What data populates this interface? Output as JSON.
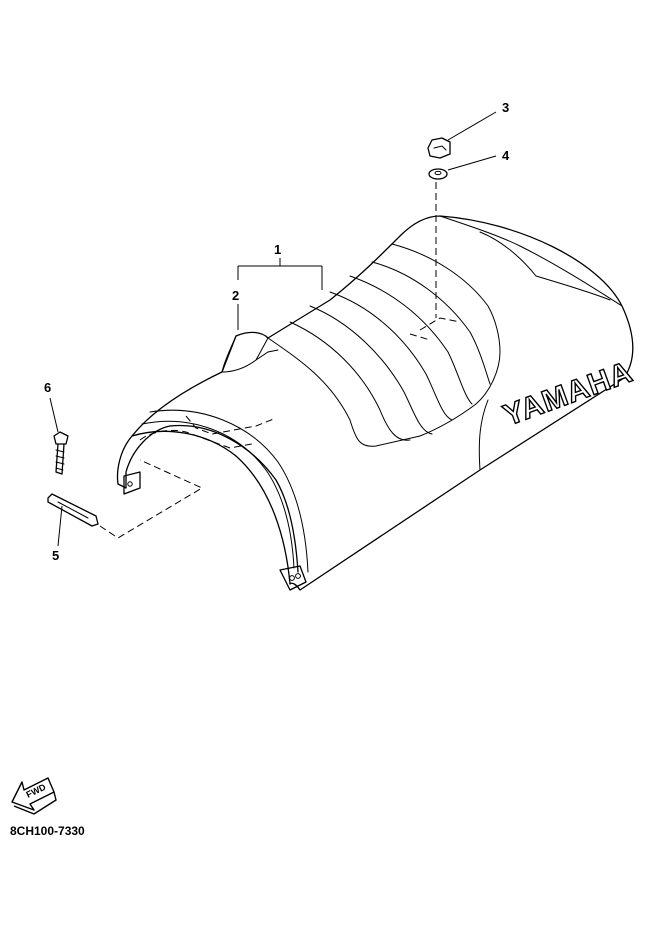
{
  "diagram": {
    "brand_logo_text": "YAMAHA",
    "direction_arrow_label": "FWD",
    "part_code": "8CH100-7330",
    "callouts": [
      {
        "id": "callout-1",
        "label": "1"
      },
      {
        "id": "callout-2",
        "label": "2"
      },
      {
        "id": "callout-3",
        "label": "3"
      },
      {
        "id": "callout-4",
        "label": "4"
      },
      {
        "id": "callout-5",
        "label": "5"
      },
      {
        "id": "callout-6",
        "label": "6"
      }
    ]
  }
}
